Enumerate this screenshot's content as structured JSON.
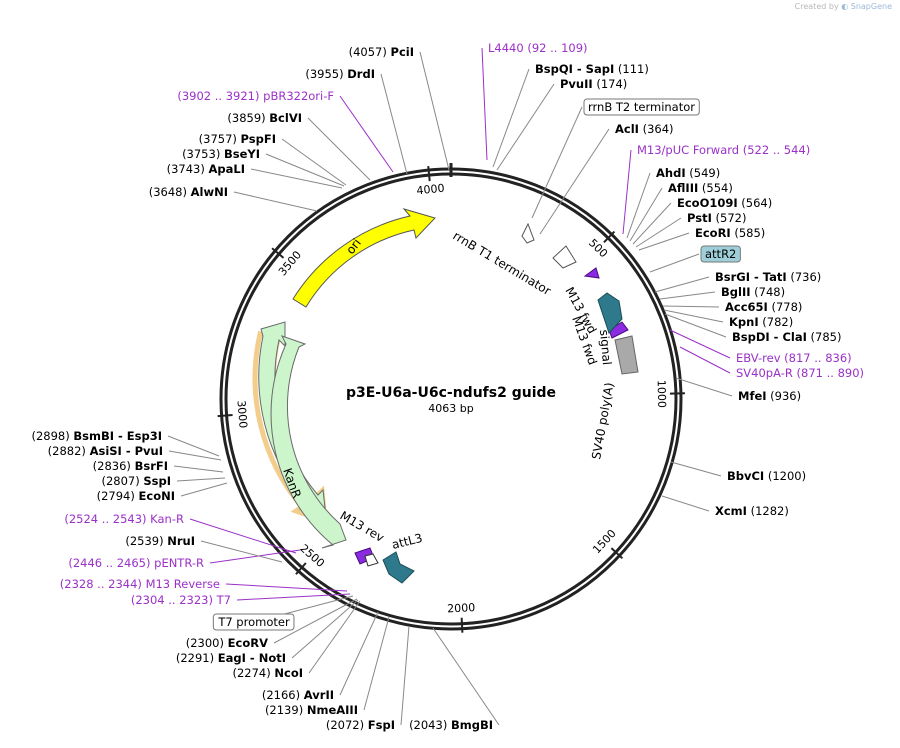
{
  "credit": {
    "prefix": "Created by",
    "brand": "SnapGene"
  },
  "plasmid": {
    "name": "p3E-U6a-U6c-ndufs2 guide",
    "length_label": "4063 bp"
  },
  "ticks": [
    "500",
    "1000",
    "1500",
    "2000",
    "2500",
    "3000",
    "3500",
    "4000"
  ],
  "features": [
    {
      "name": "ori",
      "color": "#ffff00"
    },
    {
      "name": "KanR",
      "color": "#ccf5cc"
    },
    {
      "name": "rrnB T1 terminator",
      "color": "#ffffff"
    },
    {
      "name": "rrnB T2 terminator",
      "color": "#ffffff"
    },
    {
      "name": "M13 fwd",
      "color": "#8a2be2"
    },
    {
      "name": "attR2",
      "color": "#2e7a8c"
    },
    {
      "name": "SV40 poly(A) signal",
      "color": "#a9a9a9"
    },
    {
      "name": "M13 rev",
      "color": "#8a2be2"
    },
    {
      "name": "attL3",
      "color": "#2e7a8c"
    },
    {
      "name": "T7 promoter",
      "color": "#ffffff"
    }
  ],
  "colors": {
    "enzyme": "#000000",
    "primer": "#9b30c8",
    "feature_label": "#000000"
  },
  "site_labels": [
    {
      "name": "PciI",
      "pos": "(4057)",
      "kind": "enzyme"
    },
    {
      "name": "L4440",
      "pos": "(92 .. 109)",
      "kind": "primer"
    },
    {
      "name": "BspQI - SapI",
      "pos": "(111)",
      "kind": "enzyme"
    },
    {
      "name": "PvuII",
      "pos": "(174)",
      "kind": "enzyme"
    },
    {
      "name": "rrnB T2 terminator",
      "pos": "",
      "kind": "boxed"
    },
    {
      "name": "AclI",
      "pos": "(364)",
      "kind": "enzyme"
    },
    {
      "name": "M13/pUC Forward",
      "pos": "(522 .. 544)",
      "kind": "primer"
    },
    {
      "name": "AhdI",
      "pos": "(549)",
      "kind": "enzyme"
    },
    {
      "name": "AflIII",
      "pos": "(554)",
      "kind": "enzyme"
    },
    {
      "name": "EcoO109I",
      "pos": "(564)",
      "kind": "enzyme"
    },
    {
      "name": "PstI",
      "pos": "(572)",
      "kind": "enzyme"
    },
    {
      "name": "EcoRI",
      "pos": "(585)",
      "kind": "enzyme"
    },
    {
      "name": "attR2",
      "pos": "",
      "kind": "attr"
    },
    {
      "name": "BsrGI - TatI",
      "pos": "(736)",
      "kind": "enzyme"
    },
    {
      "name": "BglII",
      "pos": "(748)",
      "kind": "enzyme"
    },
    {
      "name": "Acc65I",
      "pos": "(778)",
      "kind": "enzyme"
    },
    {
      "name": "KpnI",
      "pos": "(782)",
      "kind": "enzyme"
    },
    {
      "name": "BspDI - ClaI",
      "pos": "(785)",
      "kind": "enzyme"
    },
    {
      "name": "EBV-rev",
      "pos": "(817 .. 836)",
      "kind": "primer"
    },
    {
      "name": "SV40pA-R",
      "pos": "(871 .. 890)",
      "kind": "primer"
    },
    {
      "name": "MfeI",
      "pos": "(936)",
      "kind": "enzyme"
    },
    {
      "name": "BbvCI",
      "pos": "(1200)",
      "kind": "enzyme"
    },
    {
      "name": "XcmI",
      "pos": "(1282)",
      "kind": "enzyme"
    },
    {
      "name": "BmgBI",
      "pos": "(2043)",
      "kind": "enzyme"
    },
    {
      "name": "FspI",
      "pos": "(2072)",
      "kind": "enzyme"
    },
    {
      "name": "NmeAIII",
      "pos": "(2139)",
      "kind": "enzyme"
    },
    {
      "name": "AvrII",
      "pos": "(2166)",
      "kind": "enzyme"
    },
    {
      "name": "NcoI",
      "pos": "(2274)",
      "kind": "enzyme"
    },
    {
      "name": "EagI - NotI",
      "pos": "(2291)",
      "kind": "enzyme"
    },
    {
      "name": "EcoRV",
      "pos": "(2300)",
      "kind": "enzyme"
    },
    {
      "name": "T7 promoter",
      "pos": "",
      "kind": "boxed"
    },
    {
      "name": "T7",
      "pos": "(2304 .. 2323)",
      "kind": "primer"
    },
    {
      "name": "M13 Reverse",
      "pos": "(2328 .. 2344)",
      "kind": "primer"
    },
    {
      "name": "pENTR-R",
      "pos": "(2446 .. 2465)",
      "kind": "primer"
    },
    {
      "name": "NruI",
      "pos": "(2539)",
      "kind": "enzyme"
    },
    {
      "name": "Kan-R",
      "pos": "(2524 .. 2543)",
      "kind": "primer"
    },
    {
      "name": "EcoNI",
      "pos": "(2794)",
      "kind": "enzyme"
    },
    {
      "name": "SspI",
      "pos": "(2807)",
      "kind": "enzyme"
    },
    {
      "name": "BsrFI",
      "pos": "(2836)",
      "kind": "enzyme"
    },
    {
      "name": "AsiSI - PvuI",
      "pos": "(2882)",
      "kind": "enzyme"
    },
    {
      "name": "BsmBI - Esp3I",
      "pos": "(2898)",
      "kind": "enzyme"
    },
    {
      "name": "AlwNI",
      "pos": "(3648)",
      "kind": "enzyme"
    },
    {
      "name": "ApaLI",
      "pos": "(3743)",
      "kind": "enzyme"
    },
    {
      "name": "BseYI",
      "pos": "(3753)",
      "kind": "enzyme"
    },
    {
      "name": "PspFI",
      "pos": "(3757)",
      "kind": "enzyme"
    },
    {
      "name": "BclVI",
      "pos": "(3859)",
      "kind": "enzyme"
    },
    {
      "name": "pBR322ori-F",
      "pos": "(3902 .. 3921)",
      "kind": "primer"
    },
    {
      "name": "DrdI",
      "pos": "(3955)",
      "kind": "enzyme"
    }
  ]
}
